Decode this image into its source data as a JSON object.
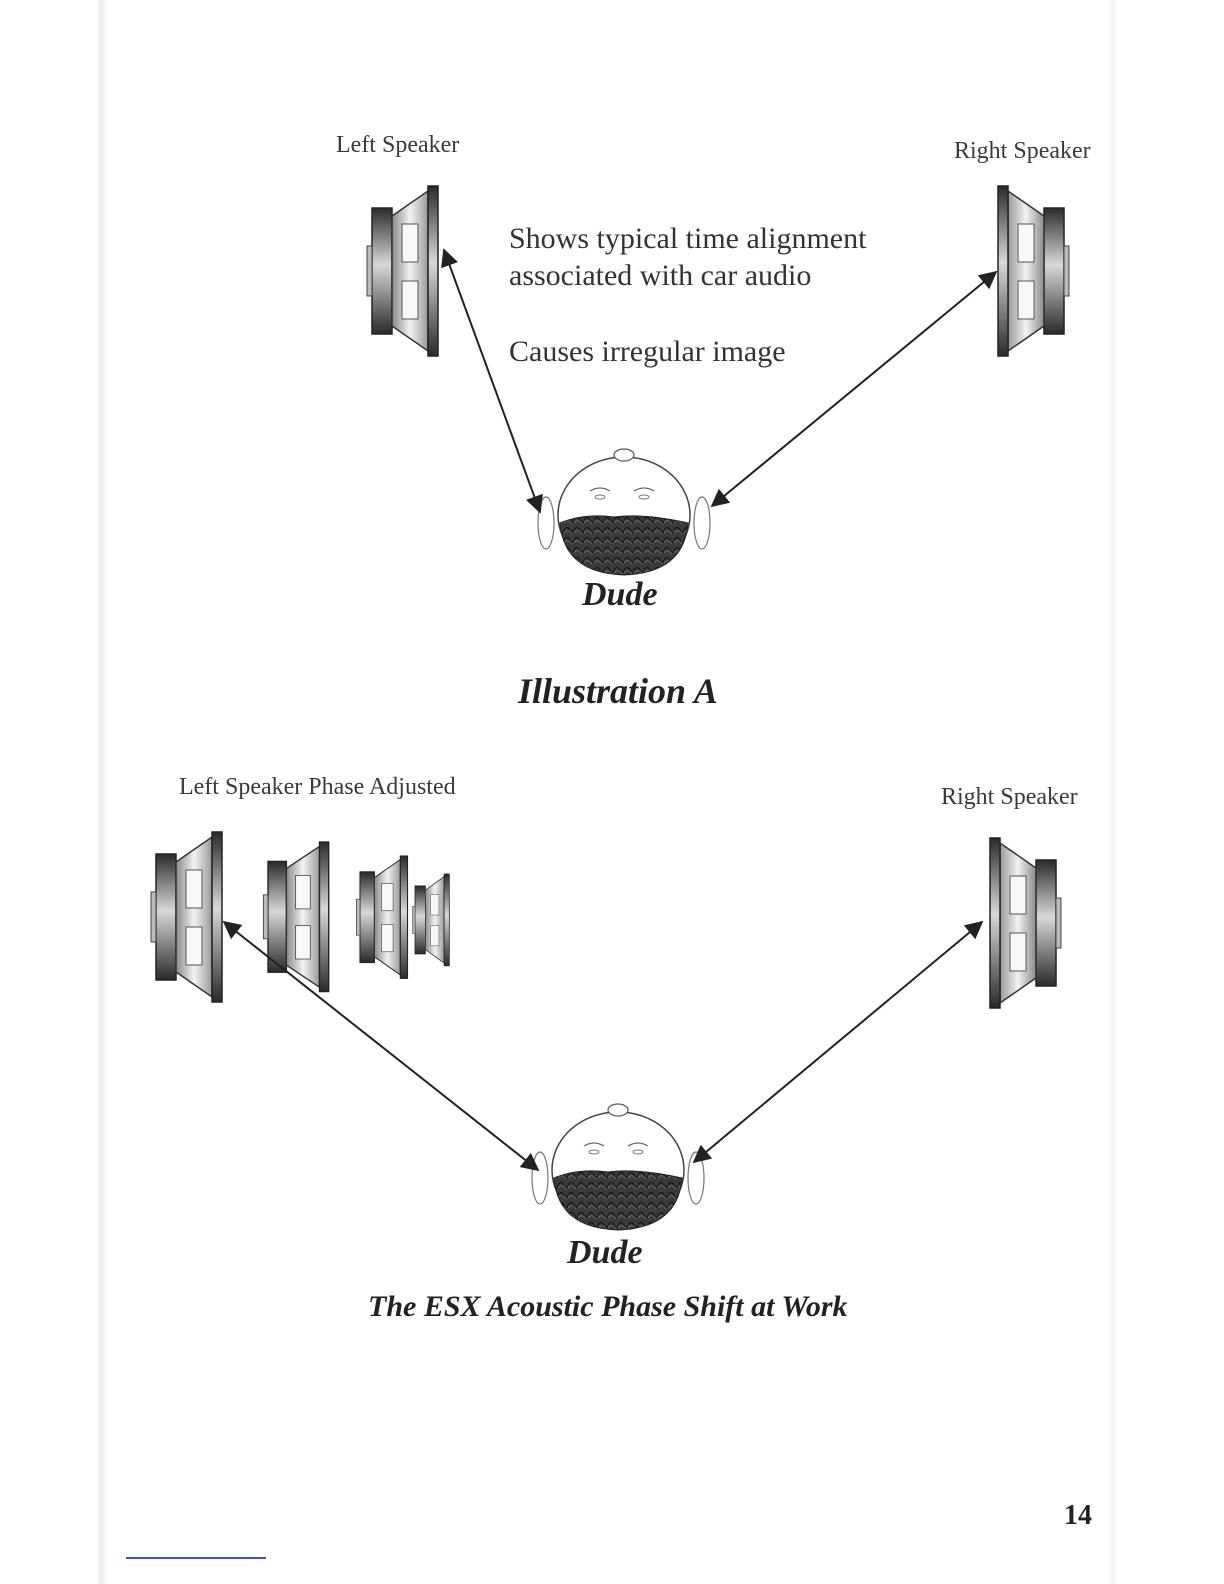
{
  "illustration_a": {
    "left_speaker_label": "Left Speaker",
    "right_speaker_label": "Right Speaker",
    "note_line1": "Shows typical time alignment",
    "note_line2": "associated with car audio",
    "note_line3": "Causes irregular image",
    "listener_label": "Dude",
    "caption": "Illustration A"
  },
  "illustration_b": {
    "left_speaker_label": "Left Speaker Phase Adjusted",
    "right_speaker_label": "Right Speaker",
    "listener_label": "Dude",
    "caption": "The ESX Acoustic Phase Shift at Work"
  },
  "page_number": "14"
}
